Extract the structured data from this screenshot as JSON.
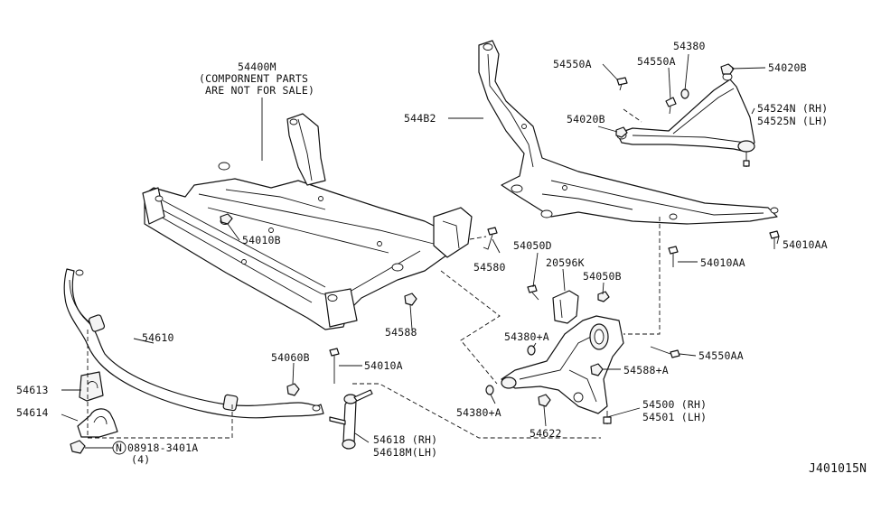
{
  "diagram_id": "J401015N",
  "parts": {
    "subframe": {
      "number": "54400M",
      "note_line1": "(COMPORNENT PARTS",
      "note_line2": "ARE NOT FOR SALE)"
    },
    "upper_member": {
      "number": "544B2"
    },
    "bolt_54550A_left": {
      "number": "54550A"
    },
    "bolt_54550A_right": {
      "number": "54550A"
    },
    "washer_54380": {
      "number": "54380"
    },
    "nut_54020B_top": {
      "number": "54020B"
    },
    "upper_arm": {
      "number_rh": "54524N (RH)",
      "number_lh": "54525N (LH)"
    },
    "nut_54020B_mid": {
      "number": "54020B"
    },
    "nut_54010B": {
      "number": "54010B"
    },
    "bolt_54580": {
      "number": "54580"
    },
    "bolt_54010AA_right": {
      "number": "54010AA"
    },
    "bolt_54010AA_mid": {
      "number": "54010AA"
    },
    "bolt_54050D": {
      "number": "54050D"
    },
    "bracket_20596K": {
      "number": "20596K"
    },
    "nut_54050B": {
      "number": "54050B"
    },
    "nut_54588": {
      "number": "54588"
    },
    "stabilizer_bar": {
      "number": "54610"
    },
    "nut_54060B": {
      "number": "54060B"
    },
    "bolt_54010A": {
      "number": "54010A"
    },
    "washer_54380A_top": {
      "number": "54380+A"
    },
    "nut_54588A": {
      "number": "54588+A"
    },
    "bolt_54550AA": {
      "number": "54550AA"
    },
    "bushing_54613": {
      "number": "54613"
    },
    "clamp_54614": {
      "number": "54614"
    },
    "washer_54380A_bottom": {
      "number": "54380+A"
    },
    "nut_54622": {
      "number": "54622"
    },
    "lower_arm": {
      "number_rh": "54500 (RH)",
      "number_lh": "54501 (LH)"
    },
    "nut_08918": {
      "symbol": "N",
      "number": "08918-3401A",
      "qty": "(4)"
    },
    "stabilizer_link": {
      "number_rh": "54618 (RH)",
      "number_lh": "54618M(LH)"
    }
  }
}
